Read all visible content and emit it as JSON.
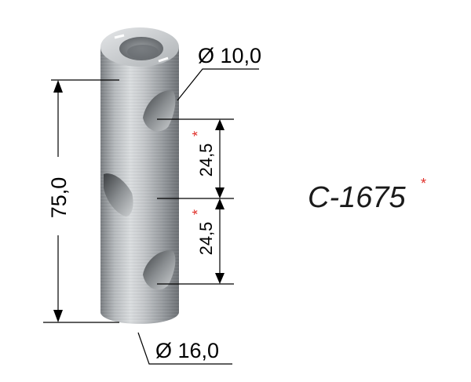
{
  "part": {
    "code": "C-1675",
    "marker": "*"
  },
  "dimensions": {
    "hole_diameter": "Ø 10,0",
    "outer_diameter": "Ø 16,0",
    "length": "75,0",
    "spacing_upper": "24,5",
    "spacing_lower": "24,5"
  },
  "colors": {
    "marker": "#e0302a",
    "lines": "#000000",
    "metal_dark": "#6e7276",
    "metal_light": "#d9dcde"
  }
}
